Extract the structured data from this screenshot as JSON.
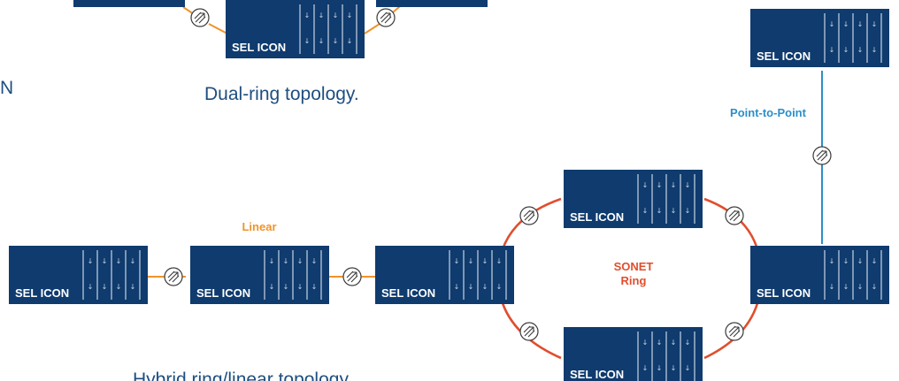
{
  "colors": {
    "device_fill": "#0f3b6e",
    "device_text": "#ffffff",
    "linear_link": "#f0932b",
    "sonet_link": "#e04e2e",
    "p2p_link": "#2b8fc9",
    "caption_text": "#1e4e80"
  },
  "device_label": "SEL ICON",
  "edge_fragment": "N",
  "captions": {
    "dual_ring": "Dual-ring topology.",
    "hybrid": "Hybrid ring/linear topology."
  },
  "labels": {
    "linear": "Linear",
    "sonet_line1": "SONET",
    "sonet_line2": "Ring",
    "point_to_point": "Point-to-Point"
  },
  "icons": {
    "device_port": "down-arrow-icon",
    "transceiver": "fiber-transceiver-icon"
  }
}
